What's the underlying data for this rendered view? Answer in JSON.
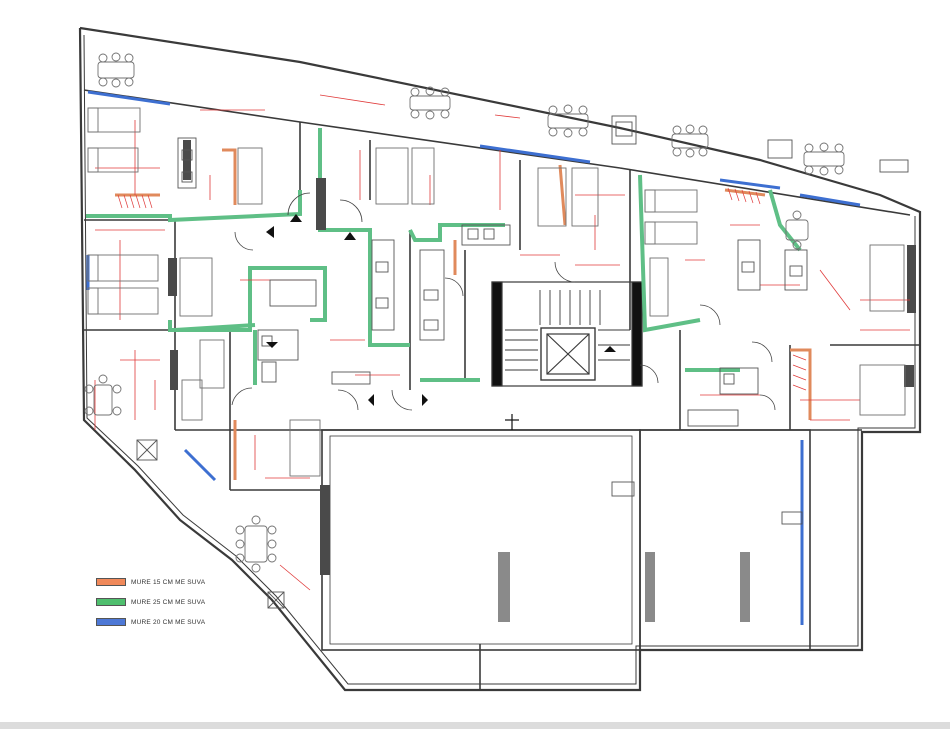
{
  "plan": {
    "colors": {
      "wall": "#3a3a3a",
      "wall_15": "#e08a5c",
      "wall_25": "#5fbf86",
      "wall_20": "#3d6fd1",
      "dimension": "#e03a3a",
      "column": "#4a4a4a",
      "furniture": "#707070"
    }
  },
  "legend": {
    "items": [
      {
        "label": "MURE 15 CM ME SUVA",
        "color": "#f0895a"
      },
      {
        "label": "MURE 25 CM ME SUVA",
        "color": "#4fbf6e"
      },
      {
        "label": "MURE 20 CM ME SUVA",
        "color": "#4d78d6"
      }
    ]
  }
}
